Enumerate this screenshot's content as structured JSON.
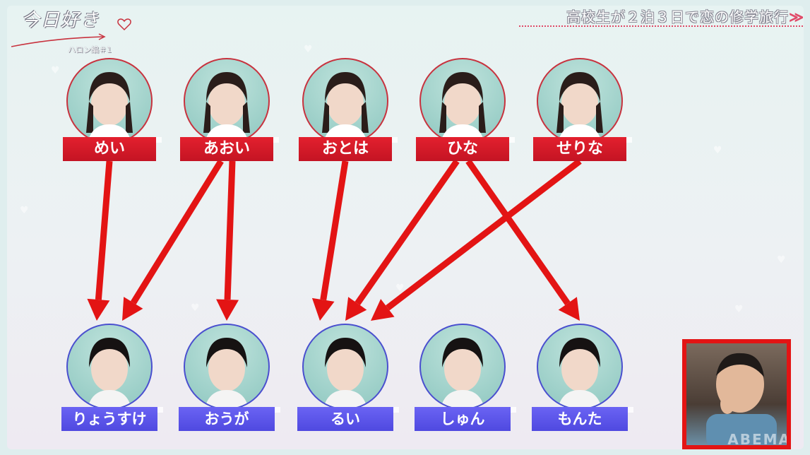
{
  "logo": {
    "title": "今日好き",
    "sub": "ハロン編＃1"
  },
  "headline": {
    "text": "高校生が２泊３日で恋の修学旅行",
    "chevron": "≫"
  },
  "girls": [
    {
      "id": "mei",
      "name": "めい"
    },
    {
      "id": "aoi",
      "name": "あおい"
    },
    {
      "id": "otoha",
      "name": "おとは"
    },
    {
      "id": "hina",
      "name": "ひな"
    },
    {
      "id": "serina",
      "name": "せりな"
    }
  ],
  "boys": [
    {
      "id": "ryosuke",
      "name": "りょうすけ"
    },
    {
      "id": "ouga",
      "name": "おうが"
    },
    {
      "id": "rui",
      "name": "るい"
    },
    {
      "id": "shun",
      "name": "しゅん"
    },
    {
      "id": "monta",
      "name": "もんた"
    }
  ],
  "links": [
    {
      "from": "mei",
      "to": "ryosuke"
    },
    {
      "from": "aoi",
      "to": "ryosuke"
    },
    {
      "from": "aoi",
      "to": "ouga"
    },
    {
      "from": "otoha",
      "to": "rui"
    },
    {
      "from": "hina",
      "to": "rui"
    },
    {
      "from": "hina",
      "to": "monta"
    },
    {
      "from": "serina",
      "to": "rui"
    }
  ],
  "colors": {
    "girl": "#d8202c",
    "boy": "#5a53ea",
    "arrow": "#e31414"
  },
  "pip": {
    "watermark": "ABEMA"
  }
}
